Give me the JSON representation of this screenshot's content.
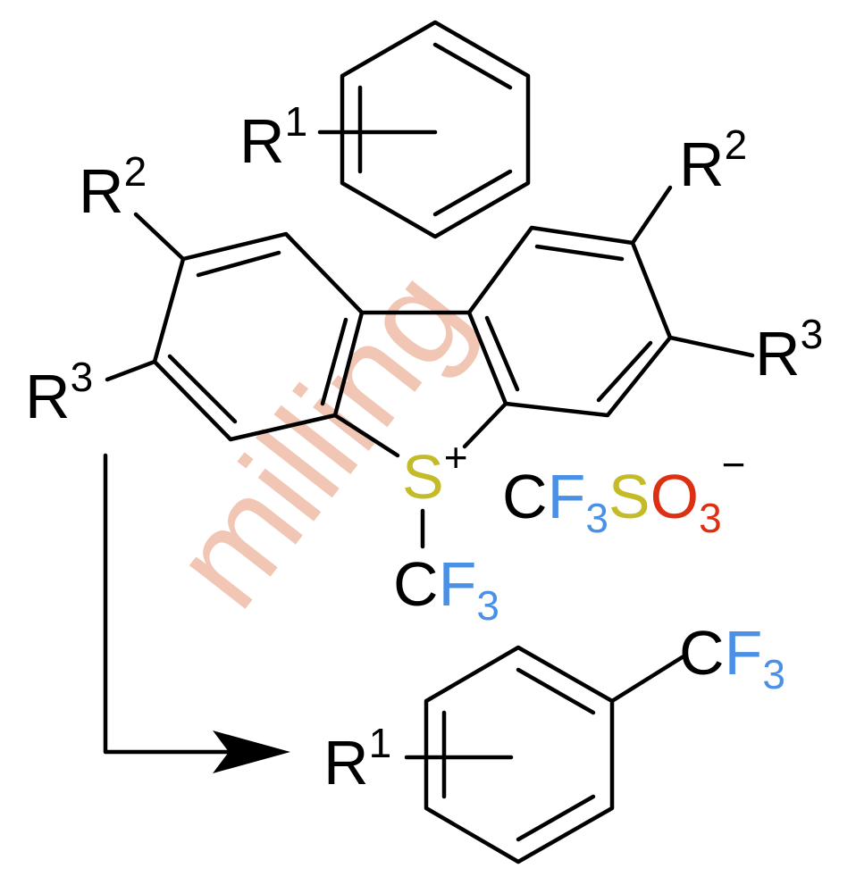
{
  "colors": {
    "bond": "#000000",
    "sulfur": "#c3bb28",
    "fluorine": "#4a90e6",
    "oxygen": "#dd2f12",
    "watermark": "#f1c6b4"
  },
  "watermark": "milling",
  "labels": {
    "r1_top": {
      "letter": "R",
      "sup": "1"
    },
    "r2_left": {
      "letter": "R",
      "sup": "2"
    },
    "r3_left": {
      "letter": "R",
      "sup": "3"
    },
    "r2_right": {
      "letter": "R",
      "sup": "2"
    },
    "r3_right": {
      "letter": "R",
      "sup": "3"
    },
    "sulfur": {
      "letter": "S",
      "sup": "+"
    },
    "s_cf3": {
      "c": "C",
      "f": "F",
      "sub": "3"
    },
    "triflate": {
      "c": "C",
      "f": "F",
      "f_sub": "3",
      "s": "S",
      "o": "O",
      "o_sub": "3",
      "charge": "−"
    },
    "product_cf3": {
      "c": "C",
      "f": "F",
      "sub": "3"
    },
    "r1_product": {
      "letter": "R",
      "sup": "1"
    }
  }
}
